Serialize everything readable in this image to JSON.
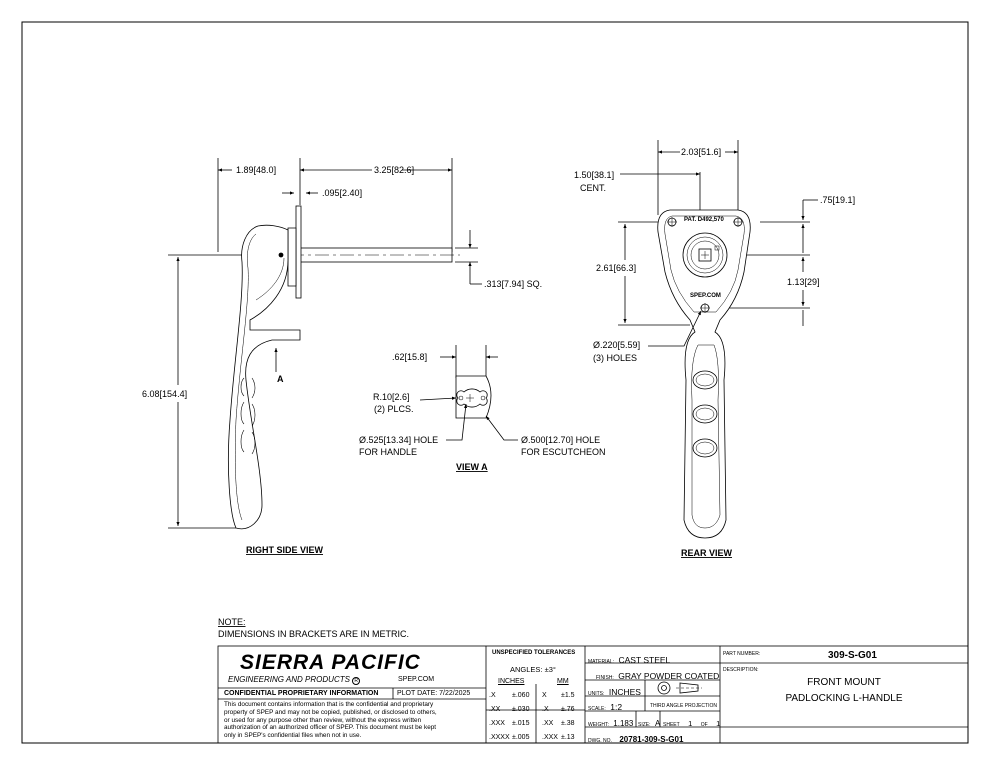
{
  "views": {
    "right_side": {
      "title": "RIGHT SIDE VIEW",
      "dim_189": "1.89",
      "dim_189_mm": "48.0",
      "dim_325": "3.25",
      "dim_325_mm": "82.6",
      "dim_095": ".095",
      "dim_095_mm": "2.40",
      "dim_313": ".313",
      "dim_313_mm": "7.94",
      "dim_313_suffix": "SQ.",
      "dim_608": "6.08",
      "dim_608_mm": "154.4",
      "section_marker": "A"
    },
    "view_a": {
      "title": "VIEW A",
      "dim_062": ".62",
      "dim_062_mm": "15.8",
      "radius": "R.10",
      "radius_mm": "2.6",
      "radius_note": "(2) PLCS.",
      "hole_handle": "Ø.525",
      "hole_handle_mm": "13.34",
      "hole_handle_suffix": "HOLE",
      "hole_handle_note": "FOR HANDLE",
      "hole_esc": "Ø.500",
      "hole_esc_mm": "12.70",
      "hole_esc_suffix": "HOLE",
      "hole_esc_note": "FOR ESCUTCHEON"
    },
    "rear": {
      "title": "REAR VIEW",
      "dim_203": "2.03",
      "dim_203_mm": "51.6",
      "dim_150": "1.50",
      "dim_150_mm": "38.1",
      "dim_150_note": "CENT.",
      "dim_075": ".75",
      "dim_075_mm": "19.1",
      "dim_261": "2.61",
      "dim_261_mm": "66.3",
      "dim_113": "1.13",
      "dim_113_mm": "29",
      "hole_220": "Ø.220",
      "hole_220_mm": "5.59",
      "hole_220_note": "(3) HOLES",
      "patent": "PAT. D492,570",
      "brand": "SPEP.COM"
    }
  },
  "note": {
    "heading": "NOTE:",
    "text": "DIMENSIONS IN BRACKETS ARE IN METRIC."
  },
  "title_block": {
    "company": "SIERRA PACIFIC",
    "company_sub": "ENGINEERING AND PRODUCTS",
    "registered_mark": "R",
    "website": "SPEP.COM",
    "confidential_heading": "CONFIDENTIAL PROPRIETARY INFORMATION",
    "plot_date": "PLOT DATE:  7/22/2025",
    "confidential_lines": [
      "This document contains information that is the confidential and proprietary",
      "property of SPEP and may not be copied, published, or disclosed to others,",
      "or used for any purpose  other than review, without the express written",
      "authorization of an authorized officer of SPEP. This document must be kept",
      "only in SPEP's confidential files when not in use."
    ],
    "tolerances_heading": "UNSPECIFIED TOLERANCES",
    "angles": "ANGLES: ±3°",
    "inches_header": "INCHES",
    "mm_header": "MM",
    "tol_rows": [
      {
        "in_label": ".X",
        "in_val": "±.060",
        "mm_label": "X",
        "mm_val": "±1.5"
      },
      {
        "in_label": ".XX",
        "in_val": "±.030",
        "mm_label": ".X",
        "mm_val": "±.76"
      },
      {
        "in_label": ".XXX",
        "in_val": "±.015",
        "mm_label": ".XX",
        "mm_val": "±.38"
      },
      {
        "in_label": ".XXXX",
        "in_val": "±.005",
        "mm_label": ".XXX",
        "mm_val": "±.13"
      }
    ],
    "material_label": "MATERIAL:",
    "material": "CAST STEEL",
    "finish_label": "FINISH:",
    "finish": "GRAY POWDER COATED",
    "units_label": "UNITS:",
    "units": "INCHES",
    "scale_label": "SCALE:",
    "scale": "1:2",
    "projection": "THIRD ANGLE PROJECTION",
    "weight_label": "WEIGHT:",
    "weight": "1.183",
    "size_label": "SIZE:",
    "size": "A",
    "sheet_label": "SHEET",
    "sheet": "1",
    "of_label": "OF",
    "of": "1",
    "dwg_label": "DWG. NO.",
    "dwg_no": "20781-309-S-G01",
    "part_number_label": "PART NUMBER:",
    "part_number": "309-S-G01",
    "description_label": "DESCRIPTION:",
    "description_line1": "FRONT MOUNT",
    "description_line2": "PADLOCKING L-HANDLE"
  }
}
